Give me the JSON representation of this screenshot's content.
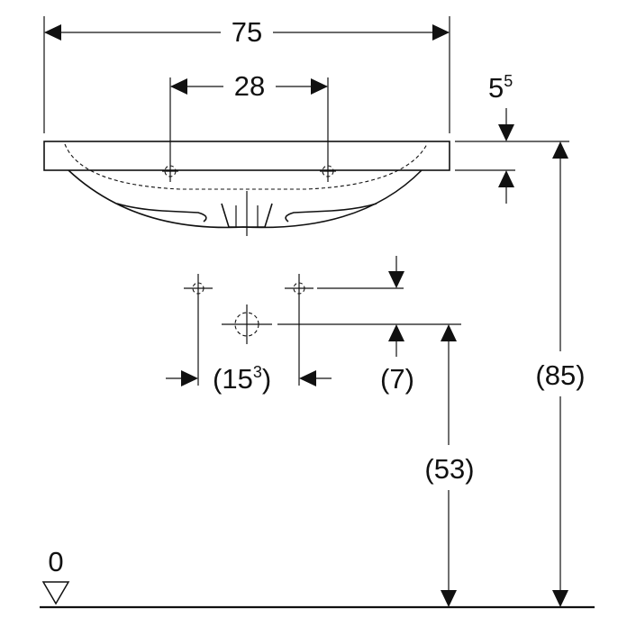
{
  "dimensions": {
    "overall_width": "75",
    "tap_spacing": "28",
    "rim_thickness": {
      "base": "5",
      "sup": "5"
    },
    "waste_offset": {
      "base": "(15",
      "sup": "3",
      "close": ")"
    },
    "supply_drop": "(7)",
    "supply_height": "(53)",
    "total_height": "(85)",
    "floor_level": "0"
  }
}
